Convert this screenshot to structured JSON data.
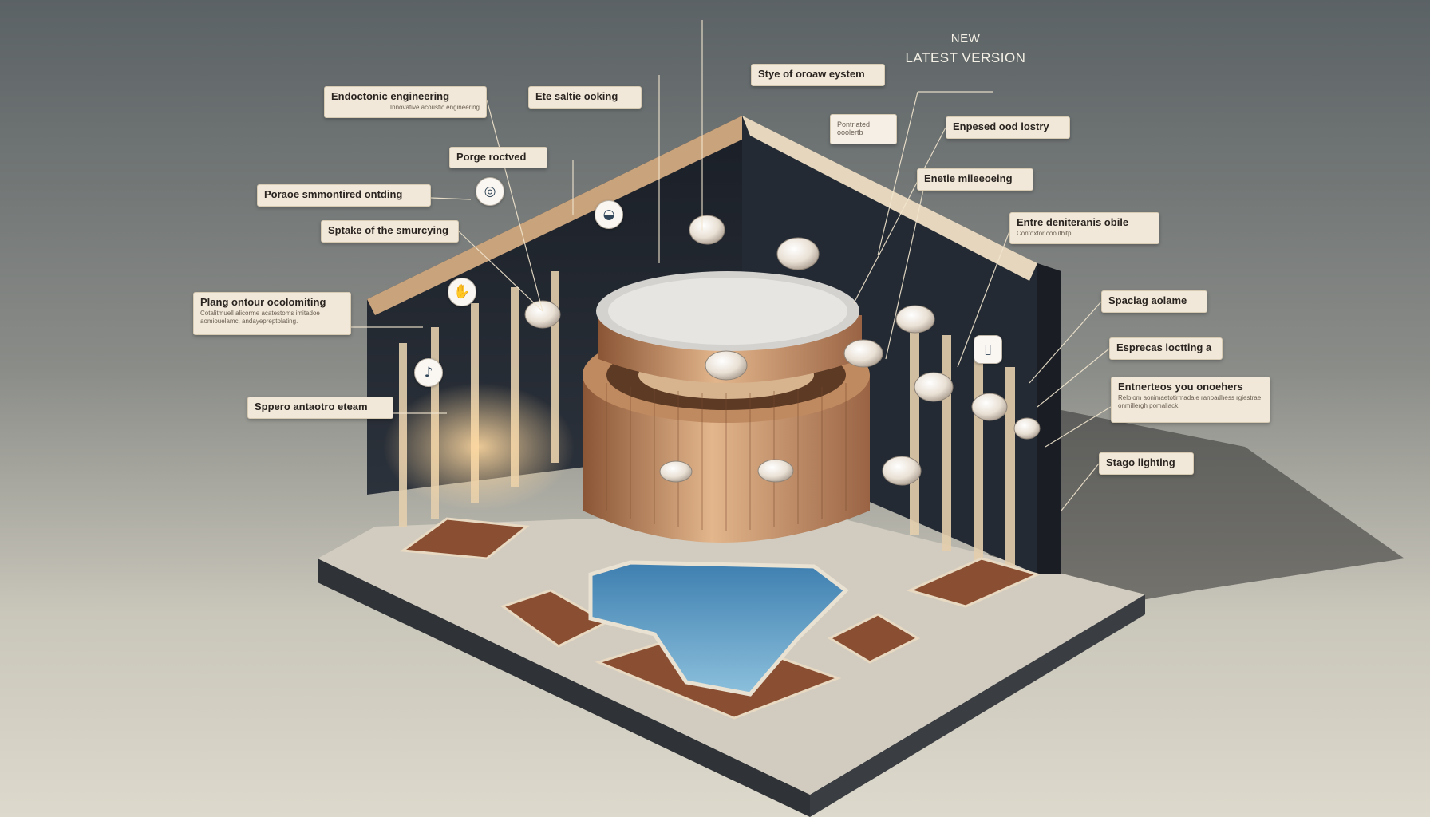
{
  "badge": {
    "line1": "NEW",
    "line2": "LATEST VERSION"
  },
  "callouts": [
    {
      "title": "Endoctonic engineering",
      "subtitle": "Innovative acoustic engineering"
    },
    {
      "title": "Ete saltie ooking",
      "subtitle": ""
    },
    {
      "title": "Stye of oroaw eystem",
      "subtitle": ""
    },
    {
      "title": "Porge roctved",
      "subtitle": ""
    },
    {
      "title": "Poraoe smmontired ontding",
      "subtitle": ""
    },
    {
      "title": "Sptake of the smurcying",
      "subtitle": ""
    },
    {
      "title": "Plang ontour ocolomiting",
      "subtitle": "Cotalitmuell alicorme acatestoms imitadoe aomiouelamc, andayepreptolating."
    },
    {
      "title": "Sppero antaotro eteam",
      "subtitle": ""
    },
    {
      "title": "Pontrlated ooolertb",
      "subtitle": ""
    },
    {
      "title": "Enpesed ood lostry",
      "subtitle": ""
    },
    {
      "title": "Enetie mileeoeing",
      "subtitle": ""
    },
    {
      "title": "Entre deniteranis obile",
      "subtitle": "Contoxtor coolitbitp"
    },
    {
      "title": "Spaciag aolame",
      "subtitle": ""
    },
    {
      "title": "Esprecas loctting a",
      "subtitle": ""
    },
    {
      "title": "Entnerteos you onoehers",
      "subtitle": "Relolom aonimaetotirmadale ranoadhess rgiestrae onmillergh pomaliack."
    },
    {
      "title": "Stago lighting",
      "subtitle": ""
    }
  ],
  "icons": {
    "spiral": "◎",
    "helmet": "◒",
    "hand": "✋",
    "clef": "♪",
    "phone": "▯"
  },
  "colors": {
    "label_bg": "#f1e8d9",
    "wood": "#c99468",
    "water": "#6da3c6",
    "wall_dark": "#20262e",
    "floor": "#d2ccc0"
  }
}
